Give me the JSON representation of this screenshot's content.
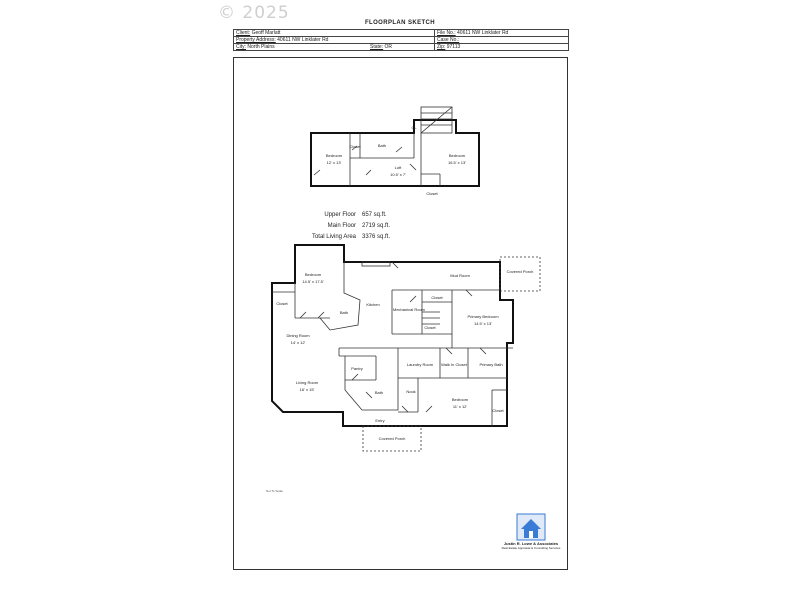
{
  "watermark": "© 2025",
  "title": "FLOORPLAN SKETCH",
  "header": {
    "client_label": "Client:",
    "client": "Geoff Marlatt",
    "file_label": "File No.:",
    "file": "40611 NW Linklater Rd",
    "address_label": "Property Address:",
    "address": "40611 NW Linklater Rd",
    "case_label": "Case No.:",
    "case": "",
    "city_label": "City:",
    "city": "North Plains",
    "state_label": "State:",
    "state": "OR",
    "zip_label": "Zip:",
    "zip": "97113"
  },
  "areas": [
    {
      "label": "Upper Floor",
      "value": "657 sq.ft."
    },
    {
      "label": "Main Floor",
      "value": "2719 sq.ft."
    },
    {
      "label": "Total Living Area",
      "value": "3376 sq.ft."
    }
  ],
  "rooms": {
    "upper_bedroom1": "Bedroom",
    "upper_bedroom1_size": "12' x 13'",
    "upper_bath": "Bath",
    "upper_closet": "Closet",
    "upper_cl": "CL",
    "upper_loft": "Loft",
    "upper_loft_size": "10.5' x 7'",
    "upper_bedroom2": "Bedroom",
    "upper_bedroom2_size": "16.5' x 13'",
    "upper_closet2": "Closet",
    "bedroom_nw": "Bedroom",
    "bedroom_nw_size": "14.5' x 17.5'",
    "closet_w": "Closet",
    "bath_main": "Bath",
    "kitchen": "Kitchen",
    "mud_room": "Mud Room",
    "covered_porch_ne": "Covered Porch",
    "closet_center": "Closet",
    "mechanical": "Mechanical Room",
    "closet_mech": "Closet",
    "primary_bedroom": "Primary Bedroom",
    "primary_bedroom_size": "14.5' x 13'",
    "dining": "Dining Room",
    "dining_size": "14' x 12'",
    "pantry": "Pantry",
    "laundry": "Laundry Room",
    "walkin": "Walk In Closet",
    "primary_bath": "Primary Bath",
    "living": "Living Room",
    "living_size": "16' x 15'",
    "bath_south": "Bath",
    "nook": "Nook",
    "bedroom_se": "Bedroom",
    "bedroom_se_size": "11' x 12'",
    "closet_se": "Closet",
    "entry": "Entry",
    "covered_porch_s": "Covered Porch"
  },
  "scale_note": "Not To Scale",
  "logo": {
    "name": "Justin R. Lowe & Associates",
    "tagline": "Real Estate Appraisal & Consulting Services",
    "brand_color": "#3a7bd5"
  }
}
